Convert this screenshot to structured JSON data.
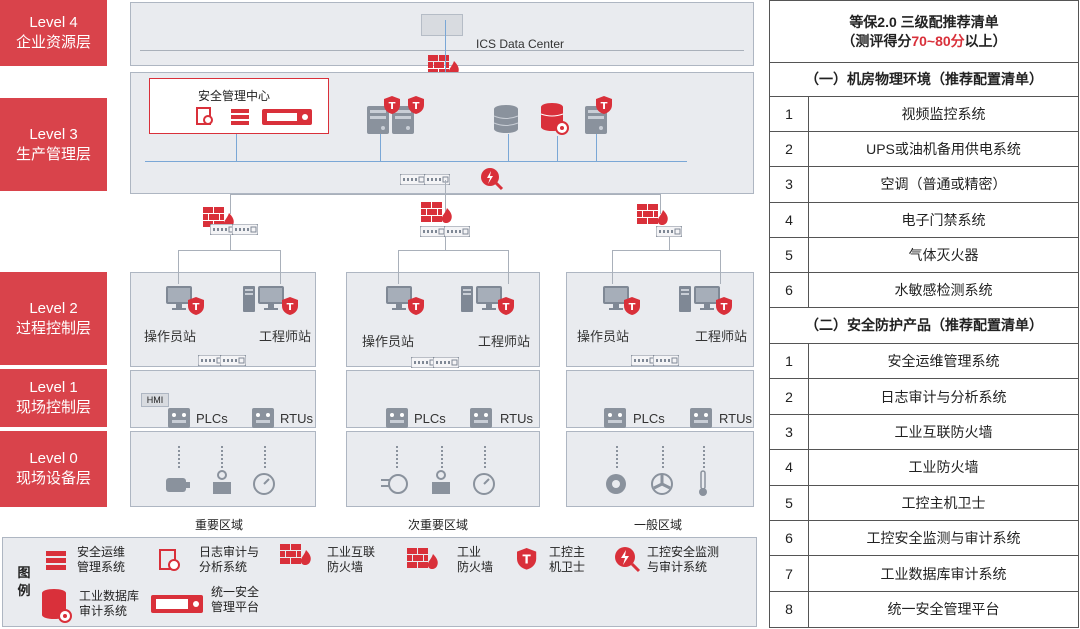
{
  "levels": [
    {
      "line1": "Level 4",
      "line2": "企业资源层"
    },
    {
      "line1": "Level 3",
      "line2": "生产管理层"
    },
    {
      "line1": "Level 2",
      "line2": "过程控制层"
    },
    {
      "line1": "Level 1",
      "line2": "现场控制层"
    },
    {
      "line1": "Level 0",
      "line2": "现场设备层"
    }
  ],
  "data_center": "ICS Data Center",
  "security_center": "安全管理中心",
  "stations": {
    "operator": "操作员站",
    "engineer": "工程师站"
  },
  "hmi": "HMI",
  "plcs": "PLCs",
  "rtus": "RTUs",
  "regions": [
    "重要区域",
    "次重要区域",
    "一般区域"
  ],
  "legend": {
    "title": "图例",
    "items": [
      {
        "line1": "安全运维",
        "line2": "管理系统",
        "icon": "ops-management-icon"
      },
      {
        "line1": "日志审计与",
        "line2": "分析系统",
        "icon": "log-audit-icon"
      },
      {
        "line1": "工业互联",
        "line2": "防火墙",
        "icon": "internet-firewall-icon"
      },
      {
        "line1": "工业",
        "line2": "防火墙",
        "icon": "industrial-firewall-icon"
      },
      {
        "line1": "工控主",
        "line2": "机卫士",
        "icon": "host-guard-icon"
      },
      {
        "line1": "工控安全监测",
        "line2": "与审计系统",
        "icon": "monitor-audit-icon"
      },
      {
        "line1": "工业数据库",
        "line2": "审计系统",
        "icon": "database-audit-icon"
      },
      {
        "line1": "统一安全",
        "line2": "管理平台",
        "icon": "unified-platform-icon"
      }
    ]
  },
  "table": {
    "title_line1": "等保2.0 三级配推荐清单",
    "title_line2_prefix": "（测评得分",
    "title_line2_highlight": "70~80分",
    "title_line2_suffix": "以上）",
    "section1": "（一）机房物理环境（推荐配置清单）",
    "section1_items": [
      {
        "num": "1",
        "text": "视频监控系统"
      },
      {
        "num": "2",
        "text": "UPS或油机备用供电系统"
      },
      {
        "num": "3",
        "text": "空调（普通或精密）"
      },
      {
        "num": "4",
        "text": "电子门禁系统"
      },
      {
        "num": "5",
        "text": "气体灭火器"
      },
      {
        "num": "6",
        "text": "水敏感检测系统"
      }
    ],
    "section2": "（二）安全防护产品（推荐配置清单）",
    "section2_items": [
      {
        "num": "1",
        "text": "安全运维管理系统"
      },
      {
        "num": "2",
        "text": "日志审计与分析系统"
      },
      {
        "num": "3",
        "text": "工业互联防火墙"
      },
      {
        "num": "4",
        "text": "工业防火墙"
      },
      {
        "num": "5",
        "text": "工控主机卫士"
      },
      {
        "num": "6",
        "text": "工控安全监测与审计系统"
      },
      {
        "num": "7",
        "text": "工业数据库审计系统"
      },
      {
        "num": "8",
        "text": "统一安全管理平台"
      }
    ]
  },
  "colors": {
    "accent": "#d9434b",
    "zone": "#e9ebef",
    "border": "#aeb6c2"
  }
}
